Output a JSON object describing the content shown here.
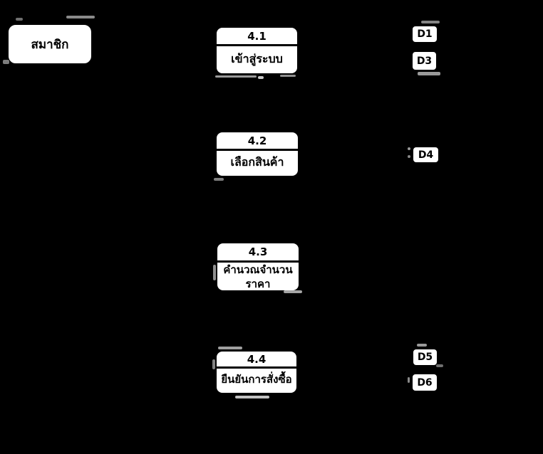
{
  "diagram": {
    "colors": {
      "background": "#000000",
      "box_fill": "#ffffff",
      "line": "#000000"
    },
    "entity": {
      "label": "สมาชิก"
    },
    "processes": [
      {
        "id": "4.1",
        "name": "เข้าสู่ระบบ"
      },
      {
        "id": "4.2",
        "name": "เลือกสินค้า"
      },
      {
        "id": "4.3",
        "name": "คำนวณจำนวน\nราคา"
      },
      {
        "id": "4.4",
        "name": "ยืนยันการสั่งซื้อ"
      }
    ],
    "data_stores": [
      {
        "id": "D1"
      },
      {
        "id": "D3"
      },
      {
        "id": "D4"
      },
      {
        "id": "D5"
      },
      {
        "id": "D6"
      }
    ]
  }
}
